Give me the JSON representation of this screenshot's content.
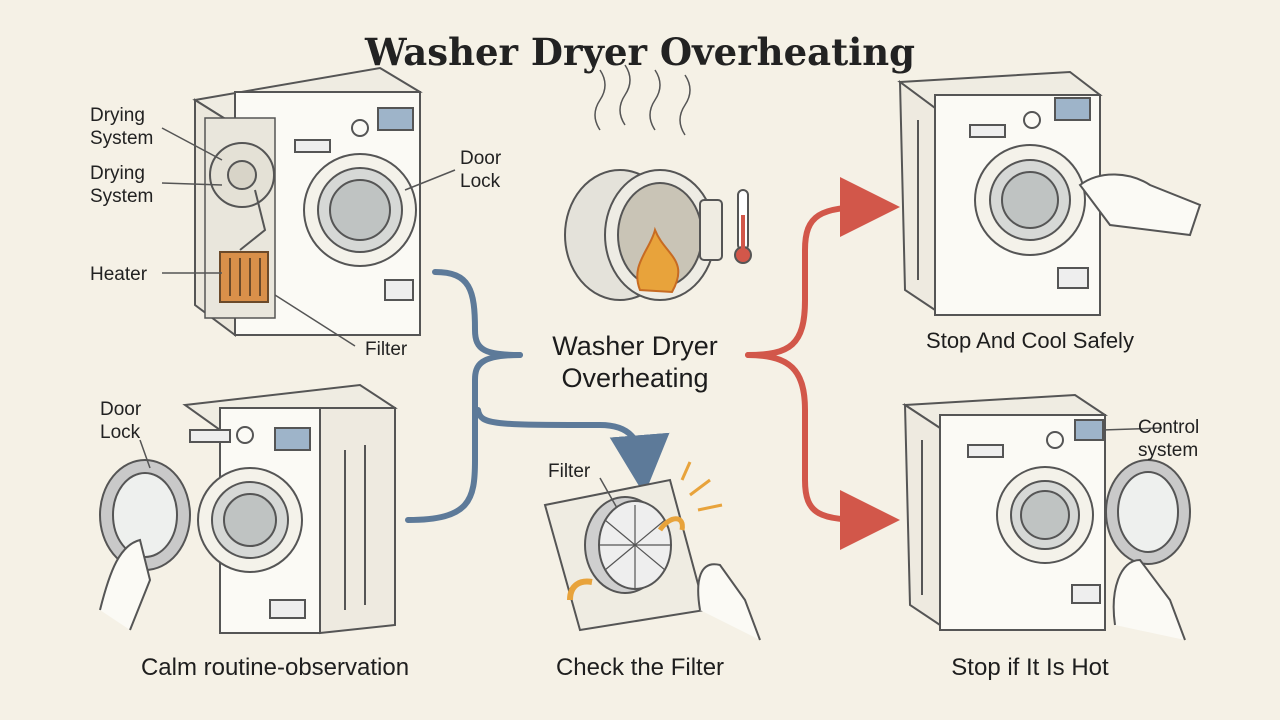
{
  "title": "Washer Dryer Overheating",
  "center_label": "Washer Dryer\nOverheating",
  "labels": {
    "drying_system_1": "Drying\nSystem",
    "drying_system_2": "Drying\nSystem",
    "heater": "Heater",
    "door_lock_top": "Door\nLock",
    "filter_top": "Filter",
    "door_lock_bottom": "Door\nLock",
    "filter_bottom": "Filter",
    "control_system": "Control\nsystem"
  },
  "captions": {
    "calm": "Calm routine-observation",
    "check_filter": "Check the Filter",
    "stop_cool": "Stop And Cool Safely",
    "stop_hot": "Stop if It Is Hot"
  },
  "colors": {
    "background": "#f5f1e6",
    "blue_arrow": "#5d7a99",
    "red_arrow": "#d2574a",
    "flame": "#e8a33b",
    "heater_orange": "#d9904a",
    "line": "#555555"
  }
}
